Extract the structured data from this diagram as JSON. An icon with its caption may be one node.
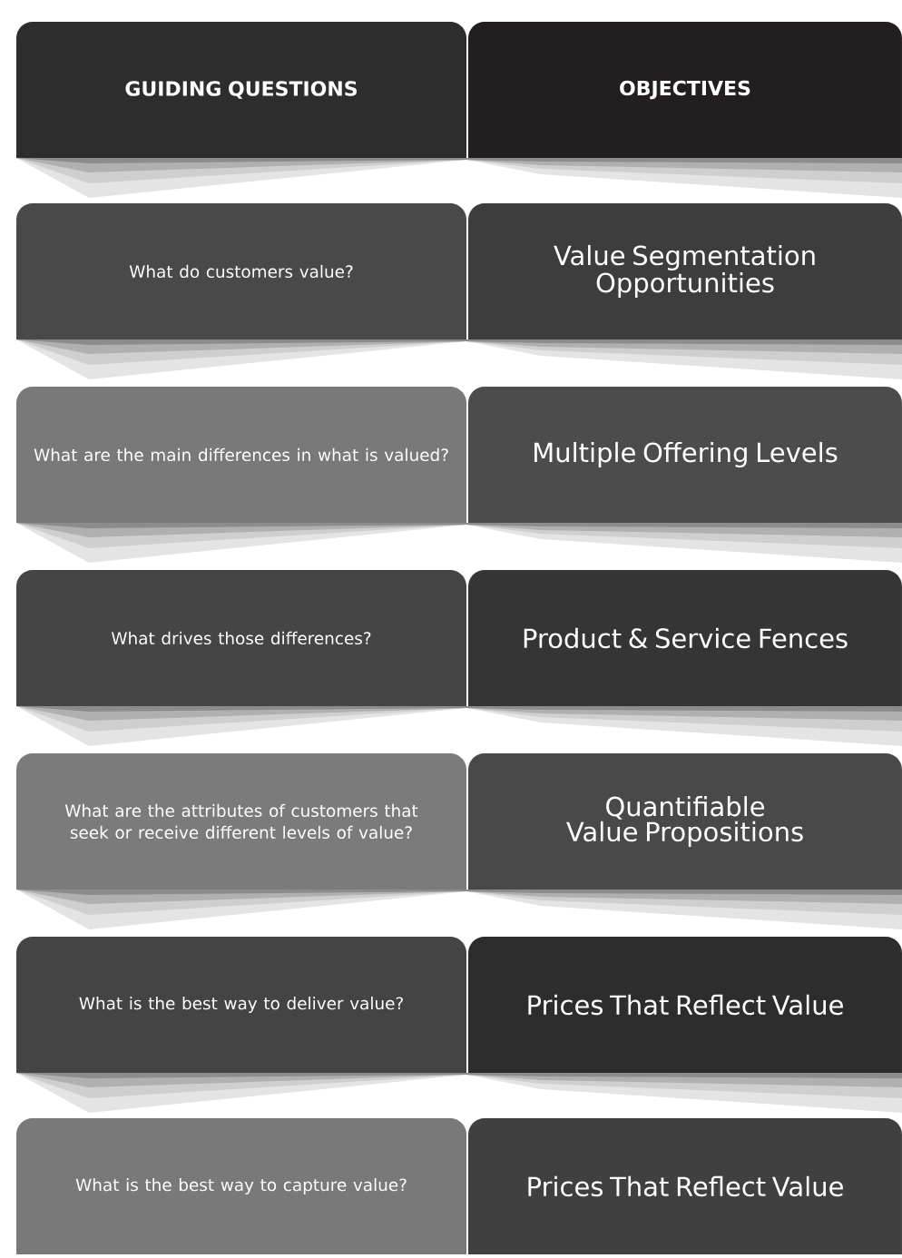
{
  "diagram": {
    "nodes": [
      {
        "text": [
          "GUIDING QUESTIONS"
        ]
      },
      {
        "text": [
          "OBJECTIVES"
        ]
      },
      {
        "text": [
          "What do customers value?"
        ]
      },
      {
        "text": [
          "Value Segmentation Opportunities"
        ]
      },
      {
        "text": [
          "What are the main differences in what is valued?"
        ]
      },
      {
        "text": [
          "Multiple Offering Levels"
        ]
      },
      {
        "text": [
          "What drives those differences?"
        ]
      },
      {
        "text": [
          "Product & Service Fences"
        ]
      },
      {
        "text": [
          "What are the attributes of customers that seek or receive different levels of value?"
        ]
      },
      {
        "text": [
          "Quantifiable Value Propositions"
        ]
      },
      {
        "text": [
          "What is the best way to deliver value?"
        ]
      },
      {
        "text": [
          "Prices That Reflect Value"
        ]
      },
      {
        "text": [
          "What is the best way to capture value?"
        ]
      },
      {
        "text": [
          "Prices That Reflect Value"
        ]
      }
    ]
  }
}
